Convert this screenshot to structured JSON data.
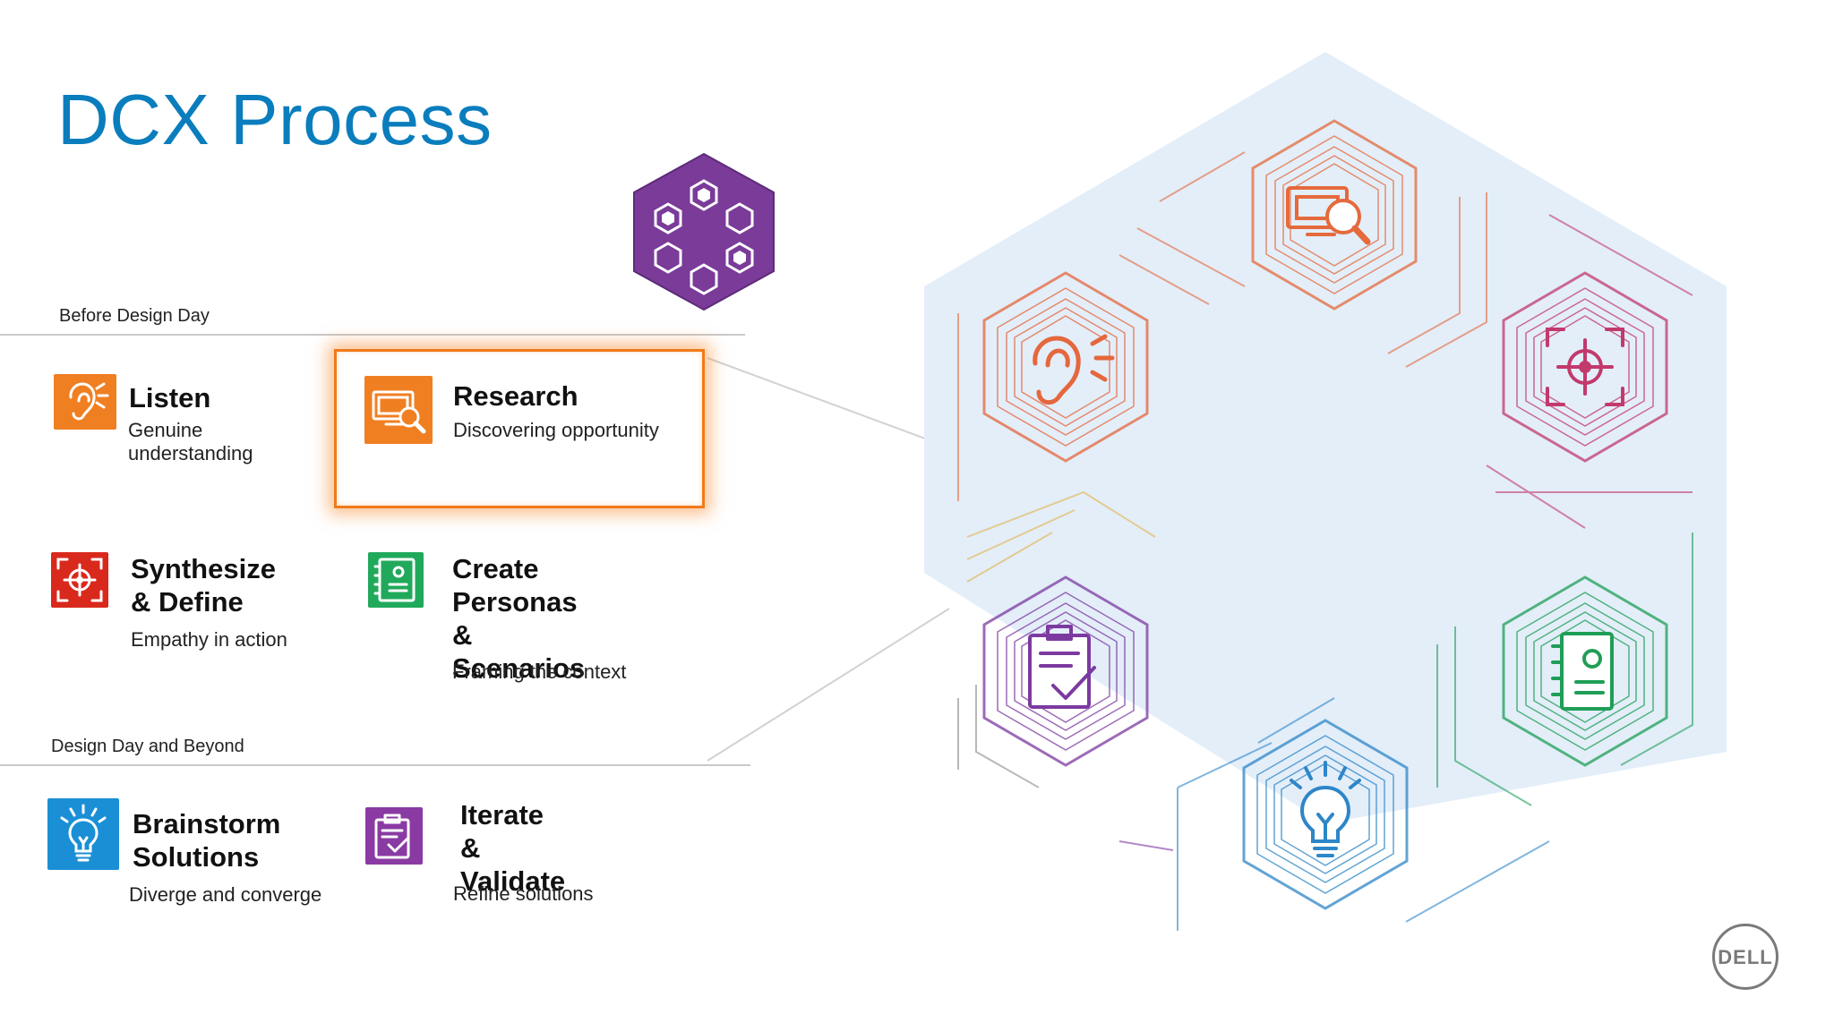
{
  "title": "DCX Process",
  "sections": {
    "before": "Before Design Day",
    "after": "Design Day and Beyond"
  },
  "steps": [
    {
      "name": "Listen",
      "desc": "Genuine\nunderstanding",
      "color": "#f07f22",
      "icon": "ear-icon"
    },
    {
      "name": "Research",
      "desc": "Discovering opportunity",
      "color": "#f07f22",
      "icon": "research-magnifier-icon",
      "highlighted": true
    },
    {
      "name": "Synthesize\n& Define",
      "desc": "Empathy in action",
      "color": "#d9291c",
      "icon": "target-crosshair-icon"
    },
    {
      "name": "Create\nPersonas\n& Scenarios",
      "desc": "Framing the context",
      "color": "#21a95b",
      "icon": "persona-notebook-icon"
    },
    {
      "name": "Brainstorm\nSolutions",
      "desc": "Diverge and converge",
      "color": "#1b8fd6",
      "icon": "lightbulb-icon"
    },
    {
      "name": "Iterate &\nValidate",
      "desc": "Refine solutions",
      "color": "#8a3aa3",
      "icon": "clipboard-check-icon"
    }
  ],
  "diagram": {
    "center_color": "#7a3b99",
    "backdrop_color": "#e3eef9",
    "nodes": [
      {
        "icon": "research-magnifier-icon",
        "color": "#e56a3c"
      },
      {
        "icon": "target-crosshair-icon",
        "color": "#c23a6c"
      },
      {
        "icon": "persona-notebook-icon",
        "color": "#1f9e57"
      },
      {
        "icon": "lightbulb-icon",
        "color": "#2d86c8"
      },
      {
        "icon": "clipboard-check-icon",
        "color": "#7c3aa0"
      },
      {
        "icon": "ear-icon",
        "color": "#e5673d"
      }
    ]
  },
  "logo": "DELL"
}
